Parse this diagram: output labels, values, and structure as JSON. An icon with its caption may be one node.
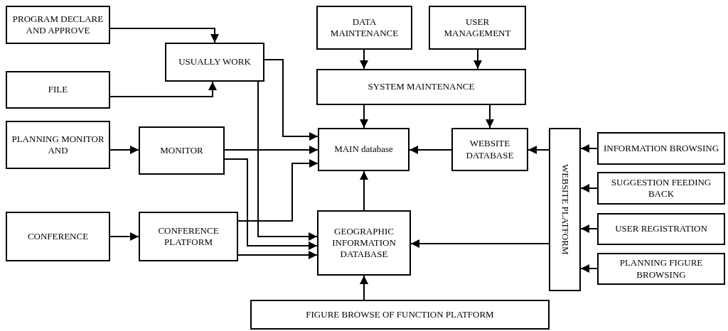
{
  "diagram": {
    "nodes": [
      {
        "text": [
          "PROGRAM DECLARE AND APPROVE"
        ]
      },
      {
        "text": [
          "USUALLY WORK"
        ]
      },
      {
        "text": [
          "FILE"
        ]
      },
      {
        "text": [
          "PLANNING MONITOR AND"
        ]
      },
      {
        "text": [
          "MONITOR"
        ]
      },
      {
        "text": [
          "CONFERENCE"
        ]
      },
      {
        "text": [
          "CONFERENCE PLATFORM"
        ]
      },
      {
        "text": [
          "DATA MAINTENANCE"
        ]
      },
      {
        "text": [
          "USER MANAGEMENT"
        ]
      },
      {
        "text": [
          "SYSTEM MAINTENANCE"
        ]
      },
      {
        "text": [
          "MAIN database"
        ]
      },
      {
        "text": [
          "WEBSITE DATABASE"
        ]
      },
      {
        "text": [
          "GEOGRAPHIC INFORMATION DATABASE"
        ]
      },
      {
        "text": [
          "FIGURE BROWSE OF FUNCTION PLATFORM"
        ]
      },
      {
        "text": [
          "WEBSITE PLATFORM"
        ]
      },
      {
        "text": [
          "INFORMATION BROWSING"
        ]
      },
      {
        "text": [
          "SUGGESTION FEEDING BACK"
        ]
      },
      {
        "text": [
          "USER REGISTRATION"
        ]
      },
      {
        "text": [
          "PLANNING FIGURE BROWSING"
        ]
      }
    ],
    "edges": [
      {
        "from": 0,
        "to": 1,
        "arrow": "to"
      },
      {
        "from": 2,
        "to": 1,
        "arrow": "to"
      },
      {
        "from": 3,
        "to": 4,
        "arrow": "to"
      },
      {
        "from": 4,
        "to": 10,
        "arrow": "to"
      },
      {
        "from": 1,
        "to": 10,
        "arrow": "to"
      },
      {
        "from": 6,
        "to": 10,
        "arrow": "to"
      },
      {
        "from": 4,
        "to": 12,
        "arrow": "to"
      },
      {
        "from": 1,
        "to": 12,
        "arrow": "to"
      },
      {
        "from": 6,
        "to": 12,
        "arrow": "to"
      },
      {
        "from": 5,
        "to": 6,
        "arrow": "to"
      },
      {
        "from": 7,
        "to": 9,
        "arrow": "to"
      },
      {
        "from": 8,
        "to": 9,
        "arrow": "to"
      },
      {
        "from": 9,
        "to": 10,
        "arrow": "to"
      },
      {
        "from": 9,
        "to": 11,
        "arrow": "to"
      },
      {
        "from": 11,
        "to": 10,
        "arrow": "to"
      },
      {
        "from": 14,
        "to": 11,
        "arrow": "to"
      },
      {
        "from": 14,
        "to": 12,
        "arrow": "to"
      },
      {
        "from": 12,
        "to": 10,
        "arrow": "to"
      },
      {
        "from": 13,
        "to": 12,
        "arrow": "to"
      },
      {
        "from": 15,
        "to": 14,
        "arrow": "to"
      },
      {
        "from": 16,
        "to": 14,
        "arrow": "to"
      },
      {
        "from": 17,
        "to": 14,
        "arrow": "to"
      },
      {
        "from": 18,
        "to": 14,
        "arrow": "to"
      }
    ]
  }
}
